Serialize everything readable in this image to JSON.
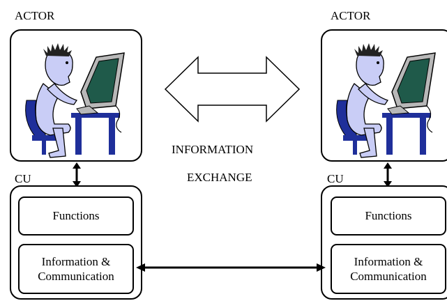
{
  "actors": [
    {
      "label": "ACTOR",
      "cu_label": "CU",
      "functions": "Functions",
      "info_line1": "Information &",
      "info_line2": "Communication"
    },
    {
      "label": "ACTOR",
      "cu_label": "CU",
      "functions": "Functions",
      "info_line1": "Information &",
      "info_line2": "Communication"
    }
  ],
  "exchange": {
    "line1": "INFORMATION",
    "line2": "EXCHANGE"
  },
  "icons": {
    "actor_image": "person-at-computer-icon",
    "exchange_arrow": "double-arrow-icon"
  },
  "colors": {
    "skin": "#c9cdf6",
    "chair": "#1f2f9a",
    "screen": "#1f5a4a",
    "monitor": "#b8b8b8"
  }
}
